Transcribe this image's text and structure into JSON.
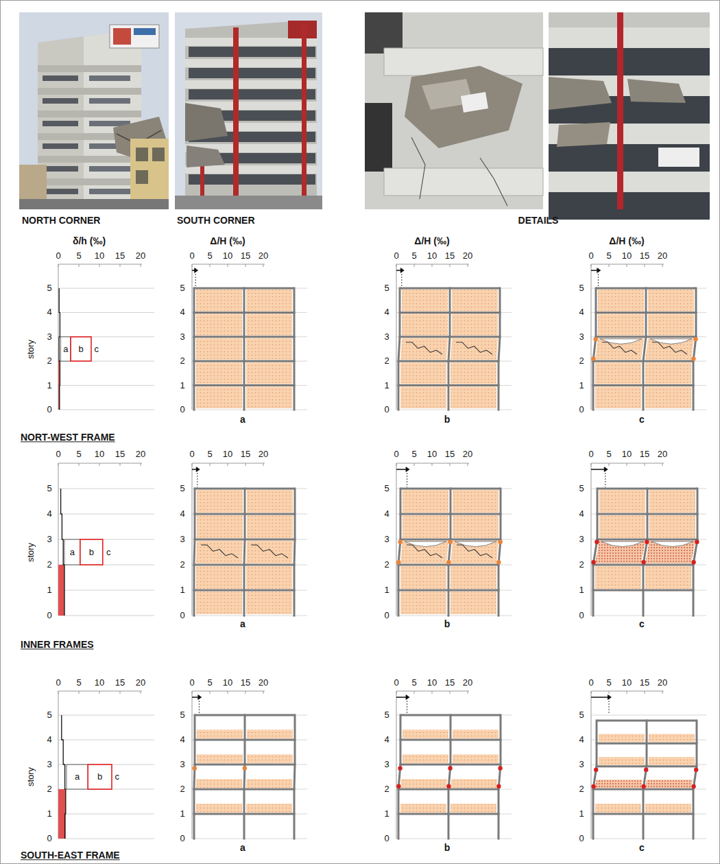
{
  "diagram": {
    "labels": [
      "NORTH CORNER",
      "SOUTH CORNER",
      "DETAILS",
      "δ/h (‰)",
      "0",
      "5",
      "10",
      "15",
      "20",
      "story",
      "5",
      "4",
      "3",
      "2",
      "1",
      "0",
      "a",
      "b",
      "c",
      "Δ/H (‰)",
      "0",
      "5",
      "10",
      "15",
      "20",
      "5",
      "4",
      "3",
      "2",
      "1",
      "0",
      "a",
      "Δ/H (‰)",
      "0",
      "5",
      "10",
      "15",
      "20",
      "5",
      "4",
      "3",
      "2",
      "1",
      "0",
      "b",
      "Δ/H (‰)",
      "0",
      "5",
      "10",
      "15",
      "20",
      "5",
      "4",
      "3",
      "2",
      "1",
      "0",
      "c",
      "NORT-WEST FRAME",
      "0",
      "5",
      "10",
      "15",
      "20",
      "story",
      "5",
      "4",
      "3",
      "2",
      "1",
      "0",
      "a",
      "b",
      "c",
      "0",
      "5",
      "10",
      "15",
      "20",
      "5",
      "4",
      "3",
      "2",
      "1",
      "0",
      "a",
      "0",
      "5",
      "10",
      "15",
      "20",
      "5",
      "4",
      "3",
      "2",
      "1",
      "0",
      "b",
      "0",
      "5",
      "10",
      "15",
      "20",
      "5",
      "4",
      "3",
      "2",
      "1",
      "0",
      "c",
      "INNER FRAMES",
      "0",
      "5",
      "10",
      "15",
      "20",
      "story",
      "5",
      "4",
      "3",
      "2",
      "1",
      "0",
      "a",
      "b",
      "c",
      "0",
      "5",
      "10",
      "15",
      "20",
      "5",
      "4",
      "3",
      "2",
      "1",
      "0",
      "a",
      "0",
      "5",
      "10",
      "15",
      "20",
      "5",
      "4",
      "3",
      "2",
      "1",
      "0",
      "b",
      "0",
      "5",
      "10",
      "15",
      "20",
      "5",
      "4",
      "3",
      "2",
      "1",
      "0",
      "c",
      "SOUTH-EAST FRAME"
    ]
  }
}
